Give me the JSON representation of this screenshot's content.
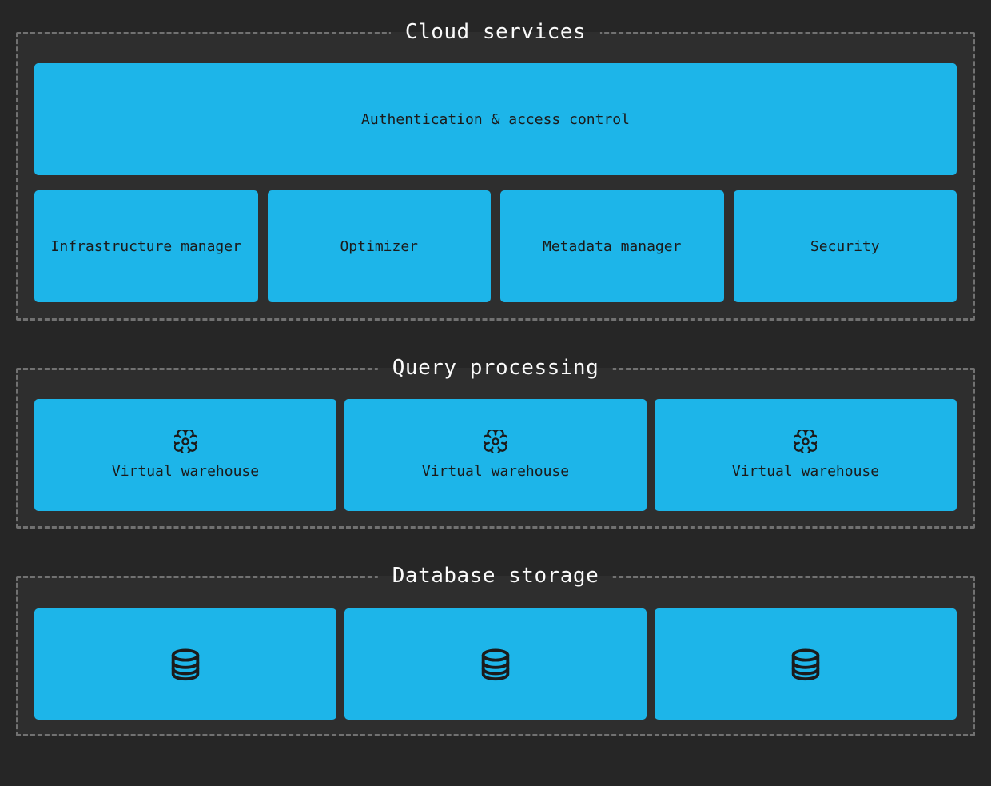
{
  "colors": {
    "page_bg": "#262626",
    "section_bg": "#2e2e2e",
    "section_border": "#717171",
    "box_bg": "#1db5e9",
    "box_text": "#1b1b1b",
    "title_text": "#fafafa"
  },
  "sections": {
    "cloud": {
      "title": "Cloud services",
      "auth_box": {
        "label": "Authentication & access control"
      },
      "boxes": [
        {
          "label": "Infrastructure manager"
        },
        {
          "label": "Optimizer"
        },
        {
          "label": "Metadata manager"
        },
        {
          "label": "Security"
        }
      ]
    },
    "query": {
      "title": "Query processing",
      "boxes": [
        {
          "label": "Virtual warehouse",
          "icon": "gear-icon"
        },
        {
          "label": "Virtual warehouse",
          "icon": "gear-icon"
        },
        {
          "label": "Virtual warehouse",
          "icon": "gear-icon"
        }
      ]
    },
    "storage": {
      "title": "Database storage",
      "boxes": [
        {
          "icon": "database-icon"
        },
        {
          "icon": "database-icon"
        },
        {
          "icon": "database-icon"
        }
      ]
    }
  }
}
